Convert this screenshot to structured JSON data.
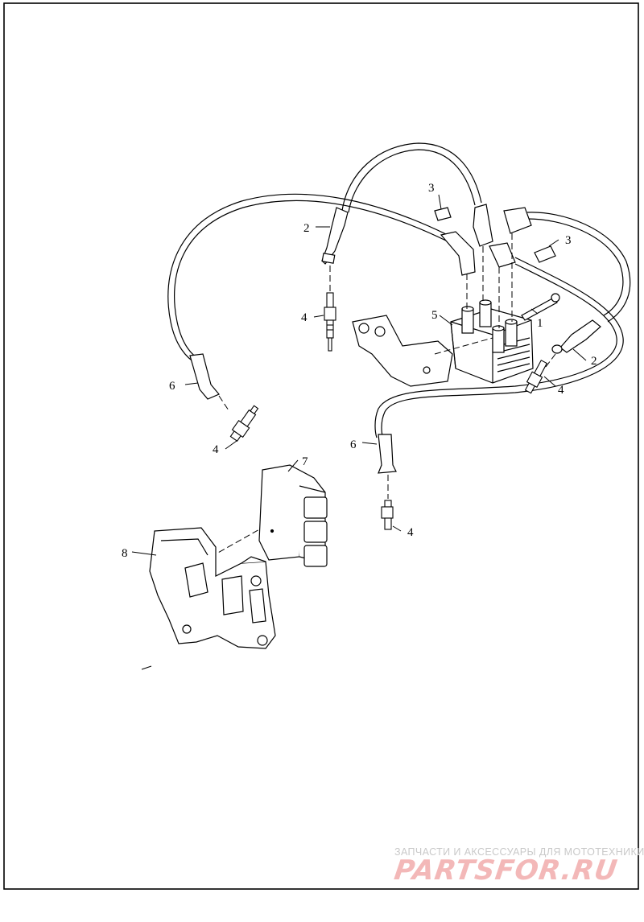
{
  "diagram": {
    "callouts": {
      "c1": "1",
      "c2a": "2",
      "c2b": "2",
      "c3a": "3",
      "c3b": "3",
      "c4a": "4",
      "c4b": "4",
      "c4c": "4",
      "c4d": "4",
      "c5": "5",
      "c6a": "6",
      "c6b": "6",
      "c7": "7",
      "c8": "8"
    }
  },
  "watermark": {
    "caption": "ЗАПЧАСТИ И АКСЕССУАРЫ ДЛЯ МОТОТЕХНИКИ",
    "logo": "PARTSFOR.RU"
  },
  "colors": {
    "line": "#000000",
    "watermark_caption": "#c9c9c9",
    "watermark_logo": "#f3b8b8"
  }
}
